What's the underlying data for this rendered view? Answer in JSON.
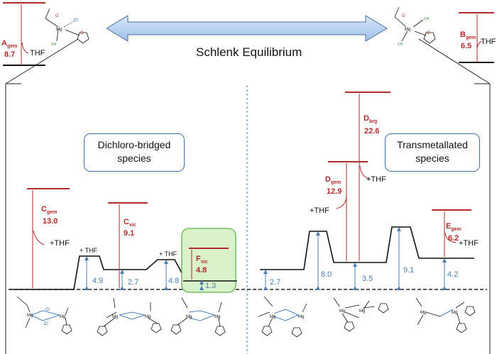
{
  "title": "Schlenk Equilibrium",
  "boxes": {
    "left": {
      "line1": "Dichloro-bridged",
      "line2": "species"
    },
    "right": {
      "line1": "Transmetallated",
      "line2": "species"
    }
  },
  "top_left": {
    "name": "A",
    "sub": "gem",
    "value": "8.7",
    "thf": "THF"
  },
  "top_right": {
    "name": "B",
    "sub": "gem",
    "value": "6.5",
    "thf": "THF"
  },
  "species": [
    {
      "id": "c_gem",
      "name": "C",
      "sub": "gem",
      "value": "13.0",
      "thf": "+THF"
    },
    {
      "id": "c_vic",
      "name": "C",
      "sub": "vic",
      "value": "9.1"
    },
    {
      "id": "f_vic",
      "name": "F",
      "sub": "vic",
      "value": "4.8"
    },
    {
      "id": "d_gem",
      "name": "D",
      "sub": "gem",
      "value": "12.9",
      "thf": "+THF"
    },
    {
      "id": "d_brg",
      "name": "D",
      "sub": "brg",
      "value": "22.6",
      "thf": "+THF"
    },
    {
      "id": "e_gem",
      "name": "E",
      "sub": "gem",
      "value": "6.2",
      "thf": "+THF"
    }
  ],
  "thf_plus": "+ THF",
  "energies": [
    "4.9",
    "2.7",
    "4.8",
    "1.3",
    "2.7",
    "8.0",
    "3.5",
    "9.1",
    "4.2"
  ],
  "atoms": {
    "mg": "Mg",
    "cl": "Cl",
    "o": "O",
    "ch3": "CH",
    "three": "3"
  },
  "colors": {
    "red": "#b22a2a",
    "blue": "#4a7db8",
    "green_fill": "#d9f2c9",
    "green_stroke": "#5fb04a",
    "arrow_blue": "#a9c6ea"
  }
}
